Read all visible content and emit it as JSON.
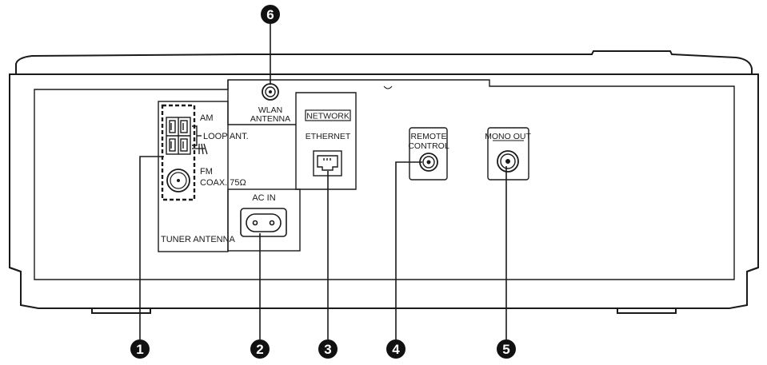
{
  "callouts": [
    "1",
    "2",
    "3",
    "4",
    "5",
    "6"
  ],
  "labels": {
    "am": "AM",
    "loop_ant": "LOOP ANT.",
    "fm": "FM",
    "coax": "COAX. 75Ω",
    "tuner_antenna": "TUNER ANTENNA",
    "ac_in": "AC IN",
    "wlan_line1": "WLAN",
    "wlan_line2": "ANTENNA",
    "network": "NETWORK",
    "ethernet": "ETHERNET",
    "remote_line1": "REMOTE",
    "remote_line2": "CONTROL",
    "mono_out": "MONO OUT"
  },
  "icons": {
    "ground": "ground-icon",
    "callout": "circled-number-icon"
  },
  "colors": {
    "line": "#1a1a1a",
    "callout_fill": "#111111",
    "background": "#ffffff"
  }
}
